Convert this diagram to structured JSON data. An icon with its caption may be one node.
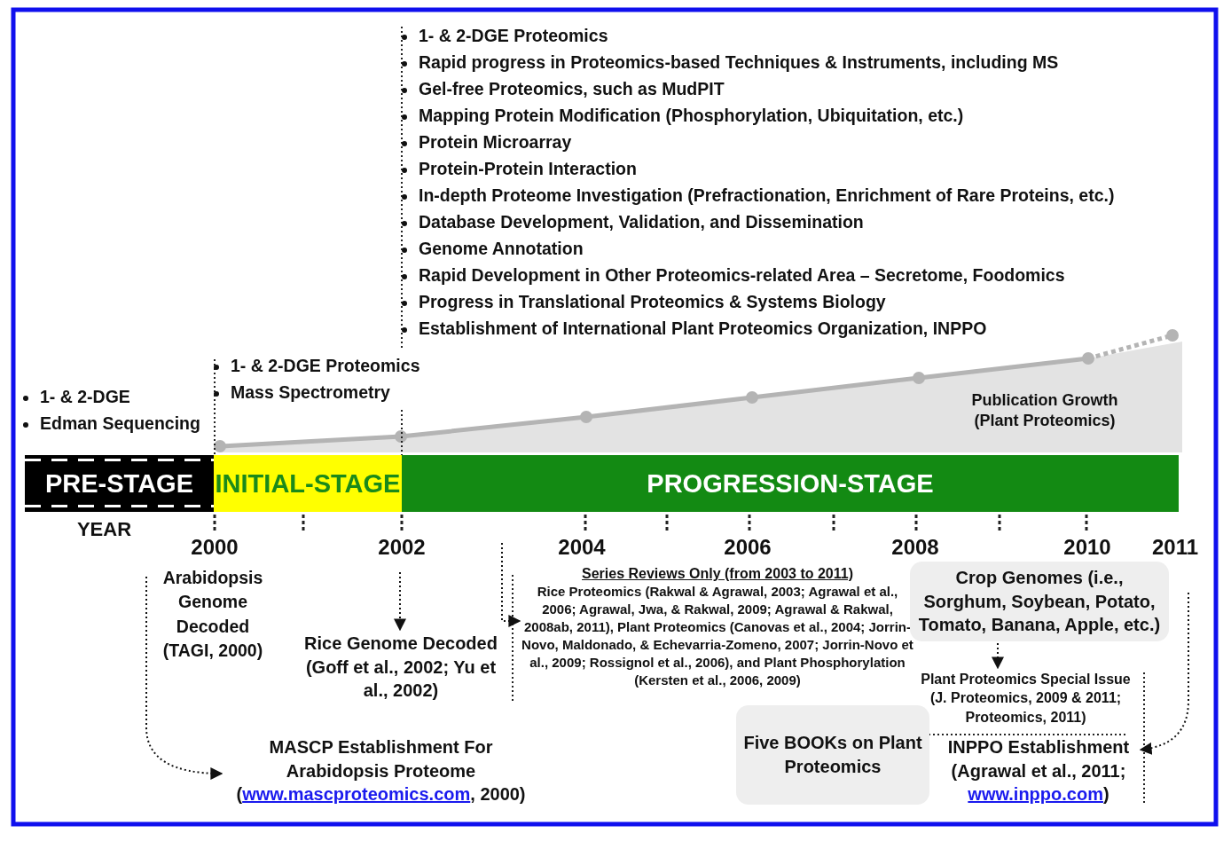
{
  "diagram": {
    "nodes": [
      {
        "text": [
          "PRE-STAGE"
        ]
      },
      {
        "text": [
          "INITIAL-STAGE"
        ]
      },
      {
        "text": [
          "PROGRESSION-STAGE"
        ]
      },
      {
        "text": [
          "Rice Genome Decoded (Goff et al., 2002; Yu et al., 2002)"
        ]
      },
      {
        "text": [
          "Series Reviews Only (from 2003 to 2011)",
          "Rice Proteomics (Rakwal & Agrawal, 2003; Agrawal et al., 2006; Agrawal, Jwa, & Rakwal, 2009; Agrawal & Rakwal, 2008ab, 2011), Plant Proteomics (Canovas et al., 2004; Jorrin-Novo, Maldonado, & Echevarria-Zomeno, 2007; Jorrin-Novo et al., 2009; Rossignol et al., 2006), and Plant Phosphorylation (Kersten et al., 2006, 2009)"
        ]
      },
      {
        "text": [
          "Crop Genomes (i.e., Sorghum, Soybean, Potato, Tomato, Banana, Apple, etc.)"
        ]
      },
      {
        "text": [
          "Plant Proteomics Special Issue (J. Proteomics, 2009 & 2011; Proteomics, 2011)"
        ]
      },
      {
        "text": [
          "Five BOOKs on Plant Proteomics"
        ]
      },
      {
        "text": [
          "MASCP Establishment For Arabidopsis Proteome (www.mascproteomics.com, 2000)"
        ]
      },
      {
        "text": [
          "INPPO Establishment (Agrawal et al., 2011; www.inppo.com)"
        ]
      }
    ],
    "edges": [
      {
        "from": null,
        "to": 3,
        "arrow": "to"
      },
      {
        "from": null,
        "to": 4,
        "arrow": "to"
      },
      {
        "from": 5,
        "to": 6,
        "arrow": "to"
      },
      {
        "from": null,
        "to": 8,
        "arrow": "to"
      },
      {
        "from": null,
        "to": 9,
        "arrow": "to"
      }
    ],
    "labels": [
      "1- & 2-DGE Proteomics",
      "Rapid progress in Proteomics-based Techniques & Instruments, including MS",
      "Gel-free Proteomics, such as MudPIT",
      "Mapping Protein Modification (Phosphorylation, Ubiquitation, etc.)",
      "Protein Microarray",
      "Protein-Protein Interaction",
      "In-depth Proteome Investigation (Prefractionation, Enrichment of Rare Proteins, etc.)",
      "Database Development, Validation, and Dissemination",
      "Genome Annotation",
      "Rapid Development in Other Proteomics-related Area – Secretome, Foodomics",
      "Progress in Translational Proteomics & Systems Biology",
      "Establishment of International Plant Proteomics Organization, INPPO",
      "1- & 2-DGE Proteomics",
      "1- & 2-DGE",
      "Mass Spectrometry",
      "Edman Sequencing",
      "Publication Growth (Plant Proteomics)",
      "YEAR",
      "2000",
      "2002",
      "2004",
      "2006",
      "2008",
      "2010",
      "2011",
      "Arabidopsis Genome Decoded (TAGI, 2000)"
    ]
  }
}
